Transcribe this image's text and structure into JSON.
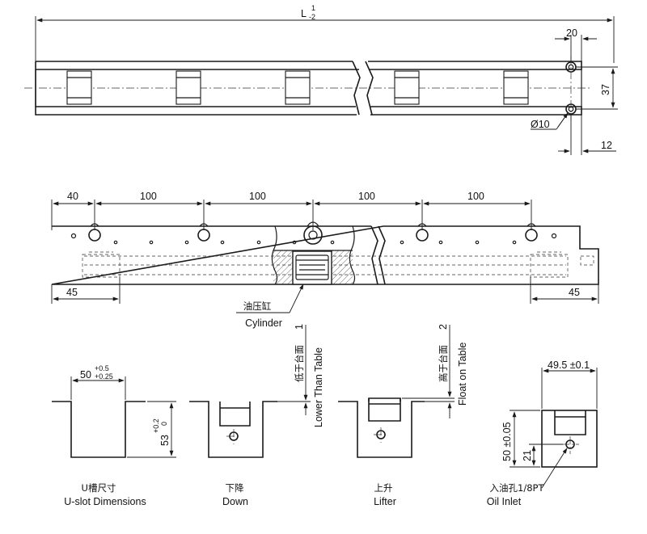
{
  "top_view": {
    "length_label": "L",
    "length_tol_upper": "1",
    "length_tol_lower": "-2",
    "dim_end_offset": "20",
    "dim_width": "37",
    "dim_hole_dia": "Ø10",
    "dim_hole_edge": "12"
  },
  "side_view": {
    "dim_first_pitch": "40",
    "dim_pitches": [
      "100",
      "100",
      "100",
      "100"
    ],
    "dim_left_end": "45",
    "dim_right_end": "45",
    "cylinder_cn": "油压缸",
    "cylinder_en": "Cylinder"
  },
  "details": {
    "uslot": {
      "width_nominal": "50",
      "width_tol_upper": "+0.5",
      "width_tol_lower": "+0.25",
      "depth_nominal": "53",
      "depth_tol_upper": "+0.2",
      "depth_tol_lower": "0",
      "caption_cn": "U槽尺寸",
      "caption_en": "U-slot Dimensions"
    },
    "down": {
      "side_cn": "低于台面",
      "side_en": "Lower Than Table",
      "side_num": "1",
      "caption_cn": "下降",
      "caption_en": "Down"
    },
    "lifter": {
      "side_cn": "高于台面",
      "side_en": "Float on Table",
      "side_num": "2",
      "caption_cn": "上升",
      "caption_en": "Lifter"
    },
    "oil_inlet": {
      "dim_width": "49.5 ±0.1",
      "dim_height": "50 ±0.05",
      "dim_hole_height": "21",
      "label": "入油孔1/8PT",
      "caption_en": "Oil Inlet"
    }
  }
}
